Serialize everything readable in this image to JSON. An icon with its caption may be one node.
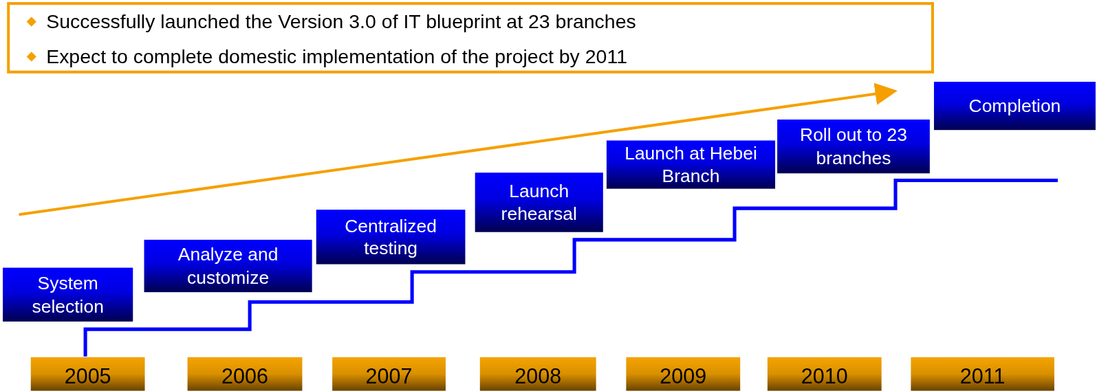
{
  "diagram": {
    "nodes": [
      {
        "text": [
          "System selection"
        ]
      },
      {
        "text": [
          "Analyze and customize"
        ]
      },
      {
        "text": [
          "Centralized testing"
        ]
      },
      {
        "text": [
          "Launch rehearsal"
        ]
      },
      {
        "text": [
          "Launch at Hebei Branch"
        ]
      },
      {
        "text": [
          "Roll out to 23 branches"
        ]
      },
      {
        "text": [
          "Completion"
        ]
      },
      {
        "text": [
          "2005"
        ]
      },
      {
        "text": [
          "2006"
        ]
      },
      {
        "text": [
          "2007"
        ]
      },
      {
        "text": [
          "2008"
        ]
      },
      {
        "text": [
          "2009"
        ]
      },
      {
        "text": [
          "2010"
        ]
      },
      {
        "text": [
          "2011"
        ]
      }
    ],
    "edges": [],
    "labels": [
      "Successfully launched the Version 3.0 of IT blueprint at 23 branches",
      "Expect to complete domestic implementation of the project by 2011"
    ]
  }
}
